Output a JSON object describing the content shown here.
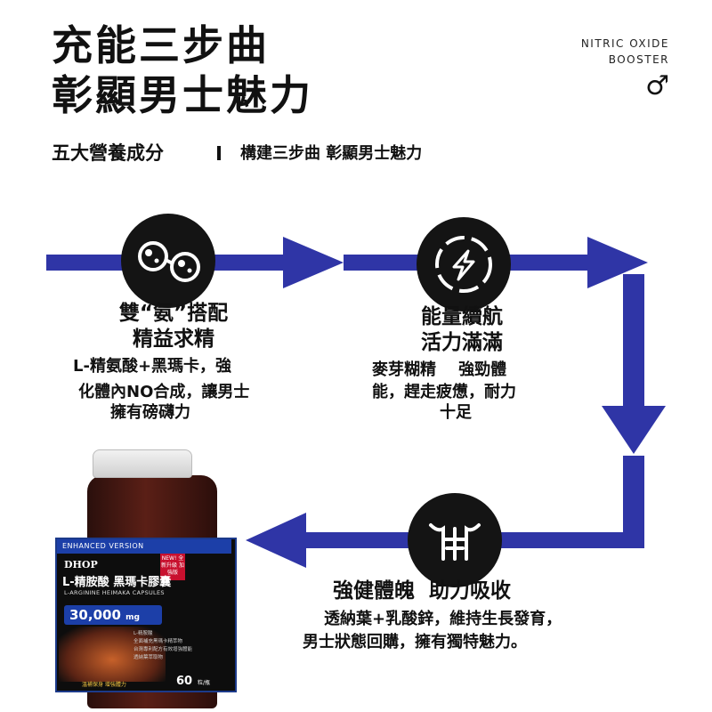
{
  "header": {
    "title_line1": "充能三步曲",
    "title_line2": "彰顯男士魅力",
    "brand_line1": "NITRIC OXIDE",
    "brand_line2": "BOOSTER",
    "male_symbol": "♂"
  },
  "subtitle": {
    "left": "五大營養成分",
    "right": "構建三步曲  彰顯男士魅力"
  },
  "colors": {
    "arrow": "#2f35a6",
    "icon_bg": "#141414",
    "text": "#111111"
  },
  "steps": [
    {
      "icon": "molecule-icon",
      "title_line1": "雙“氨”搭配",
      "title_line2": "精益求精",
      "desc_line1": "L-精氨酸+黑瑪卡，強",
      "desc_line2": "化體內NO合成，讓男士",
      "desc_line3": "擁有磅礴力"
    },
    {
      "icon": "lightning-icon",
      "title_line1": "能量續航",
      "title_line2": "活力滿滿",
      "desc_line1": "麥芽糊精    強勁體",
      "desc_line2": "能，趕走疲憊，耐力",
      "desc_line3": "十足"
    },
    {
      "icon": "muscle-torso-icon",
      "title": "強健體魄  助力吸收",
      "desc_line1": "透納葉+乳酸鋅，維持生長發育，",
      "desc_line2": "男士狀態回購，擁有獨特魅力。"
    }
  ],
  "product": {
    "edition": "ENHANCED VERSION",
    "brand": "DHOP",
    "name": "L-精胺酸 黑瑪卡膠囊",
    "name_en": "L-ARGININE HEIMAKA CAPSULES",
    "dose": "30,000",
    "dose_unit": "mg",
    "badge": "NEW! 全新升級 加強版",
    "ingredients": [
      "L-精胺酸",
      "全面補充黑瑪卡精萃物",
      "台灣專利配方有效增強體能",
      "透納葉萃取物"
    ],
    "footer": "溫補保身 增強體力",
    "count": "60",
    "count_unit": "粒/瓶"
  }
}
